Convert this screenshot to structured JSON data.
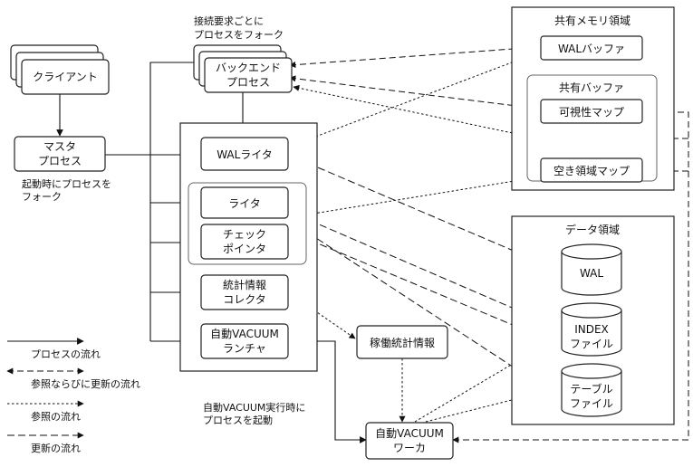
{
  "nodes": {
    "client": "クライアント",
    "master": [
      "マスタ",
      "プロセス"
    ],
    "backend": [
      "バックエンド",
      "プロセス"
    ],
    "walwriter": "WALライタ",
    "writer": "ライタ",
    "checkpointer": [
      "チェック",
      "ポインタ"
    ],
    "stats_collector": [
      "統計情報",
      "コレクタ"
    ],
    "autovacuum_launcher": [
      "自動VACUUM",
      "ランチャ"
    ],
    "runtime_stats": "稼働統計情報",
    "autovacuum_worker": [
      "自動VACUUM",
      "ワーカ"
    ]
  },
  "shared_memory": {
    "title": "共有メモリ領域",
    "wal_buffer": "WALバッファ",
    "shared_buffer_title": "共有バッファ",
    "visibility_map": "可視性マップ",
    "free_space_map": "空き領域マップ"
  },
  "data_area": {
    "title": "データ領域",
    "wal": "WAL",
    "index": [
      "INDEX",
      "ファイル"
    ],
    "table": [
      "テーブル",
      "ファイル"
    ]
  },
  "annotations": {
    "fork_per_connection": [
      "接続要求ごとに",
      "プロセスをフォーク"
    ],
    "fork_at_startup": [
      "起動時にプロセスを",
      "フォーク"
    ],
    "launch_on_vacuum": [
      "自動VACUUM実行時に",
      "プロセスを起動"
    ]
  },
  "legend": {
    "process_flow": "プロセスの流れ",
    "ref_update_flow": "参照ならびに更新の流れ",
    "ref_flow": "参照の流れ",
    "update_flow": "更新の流れ"
  }
}
